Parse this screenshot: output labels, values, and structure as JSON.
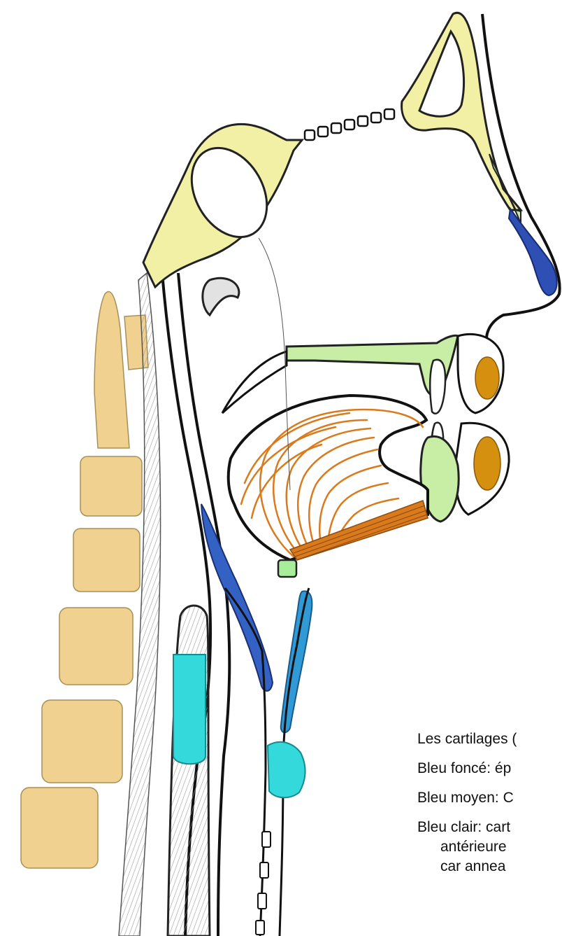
{
  "legend": {
    "lines": [
      "Les cartilages (",
      "Bleu foncé: ép",
      "Bleu moyen: C",
      "Bleu clair: cart"
    ],
    "continuation": [
      "antérieure",
      "car annea"
    ]
  },
  "colors": {
    "bone": "#f2f0a4",
    "vertebra": "#f0d18f",
    "nasal_cartilage": "#2e4fb4",
    "palate_green": "#c8eea6",
    "tongue_muscle": "#d97a1c",
    "lip_muscle": "#d4900e",
    "epiglottis_blue": "#3461c4",
    "arytenoid_blue": "#2f9ad6",
    "cricoid_cyan": "#34d9dc",
    "hyoid_green": "#a8ed9a"
  }
}
